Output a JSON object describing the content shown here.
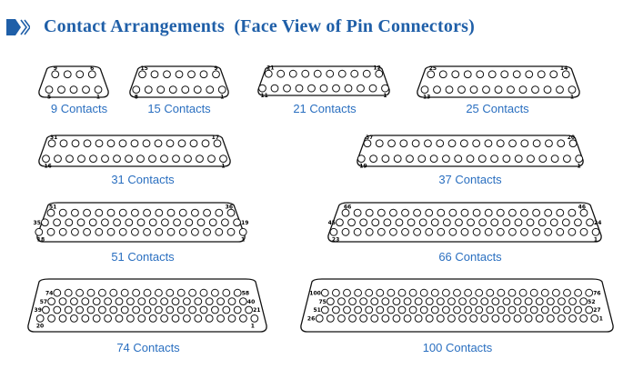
{
  "header": {
    "title": "Contact Arrangements  (Face View of Pin Connectors)",
    "icon": "double-chevron-right-icon",
    "accent_color": "#1f5fa8"
  },
  "caption_color": "#2a6fc0",
  "connectors": [
    {
      "id": "c9",
      "caption": "9 Contacts",
      "rows": [
        {
          "left": "9",
          "right": "6",
          "count": 4
        },
        {
          "left": "5",
          "right": "1",
          "count": 5
        }
      ]
    },
    {
      "id": "c15",
      "caption": "15 Contacts",
      "rows": [
        {
          "left": "15",
          "right": "9",
          "count": 7
        },
        {
          "left": "8",
          "right": "1",
          "count": 8
        }
      ]
    },
    {
      "id": "c21",
      "caption": "21 Contacts",
      "rows": [
        {
          "left": "21",
          "right": "12",
          "count": 10
        },
        {
          "left": "11",
          "right": "1",
          "count": 11
        }
      ]
    },
    {
      "id": "c25",
      "caption": "25 Contacts",
      "rows": [
        {
          "left": "25",
          "right": "14",
          "count": 12
        },
        {
          "left": "13",
          "right": "1",
          "count": 13
        }
      ]
    },
    {
      "id": "c31",
      "caption": "31 Contacts",
      "rows": [
        {
          "left": "31",
          "right": "17",
          "count": 15
        },
        {
          "left": "16",
          "right": "1",
          "count": 16
        }
      ]
    },
    {
      "id": "c37",
      "caption": "37 Contacts",
      "rows": [
        {
          "left": "37",
          "right": "20",
          "count": 18
        },
        {
          "left": "19",
          "right": "1",
          "count": 19
        }
      ]
    },
    {
      "id": "c51",
      "caption": "51 Contacts",
      "rows": [
        {
          "left": "51",
          "right": "36",
          "count": 16
        },
        {
          "left": "35",
          "right": "19",
          "count": 17
        },
        {
          "left": "18",
          "right": "1",
          "count": 18
        }
      ]
    },
    {
      "id": "c66",
      "caption": "66 Contacts",
      "rows": [
        {
          "left": "66",
          "right": "46",
          "count": 21
        },
        {
          "left": "45",
          "right": "24",
          "count": 22
        },
        {
          "left": "23",
          "right": "1",
          "count": 23
        }
      ]
    },
    {
      "id": "c74",
      "caption": "74 Contacts",
      "rows": [
        {
          "left": "74",
          "right": "58",
          "count": 17
        },
        {
          "left": "57",
          "right": "40",
          "count": 18
        },
        {
          "left": "39",
          "right": "21",
          "count": 19
        },
        {
          "left": "20",
          "right": "1",
          "count": 20
        }
      ]
    },
    {
      "id": "c100",
      "caption": "100 Contacts",
      "rows": [
        {
          "left": "100",
          "right": "76",
          "count": 25
        },
        {
          "left": "75",
          "right": "52",
          "count": 24
        },
        {
          "left": "51",
          "right": "27",
          "count": 25
        },
        {
          "left": "26",
          "right": "1",
          "count": 26
        }
      ]
    }
  ]
}
